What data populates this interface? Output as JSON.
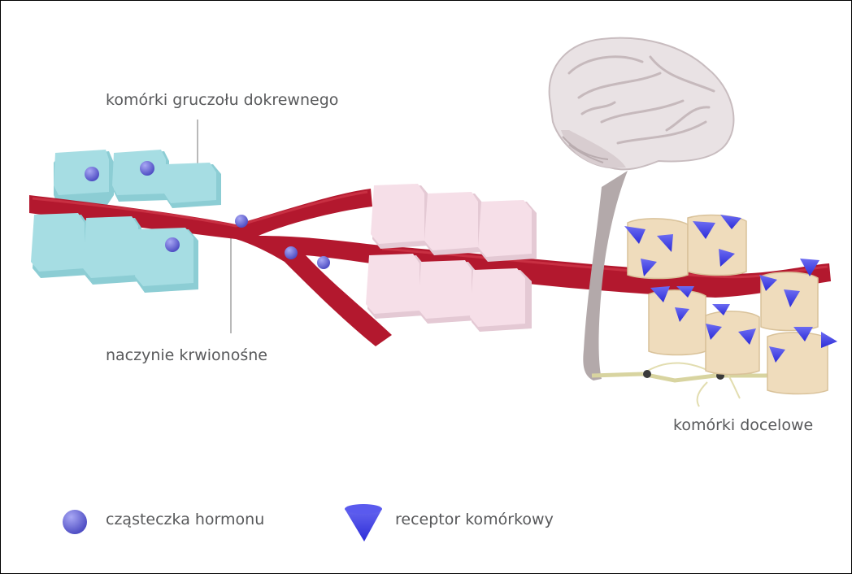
{
  "labels": {
    "gland_cells": "komórki gruczołu dokrewnego",
    "blood_vessel": "naczynie krwionośne",
    "target_cells": "komórki docelowe"
  },
  "legend": [
    {
      "icon": "hormone-molecule-icon",
      "label": "cząsteczka hormonu"
    },
    {
      "icon": "cell-receptor-icon",
      "label": "receptor komórkowy"
    }
  ],
  "colors": {
    "gland_cell": "#a6dde3",
    "tissue_cell": "#f6dfe8",
    "target_cell": "#efdcbc",
    "vessel": "#b3182e",
    "hormone": "#6f6ed8",
    "receptor": "#4343e6",
    "brain": "#e9e2e4",
    "nerve": "#b3a9aa",
    "text": "#58595b"
  }
}
